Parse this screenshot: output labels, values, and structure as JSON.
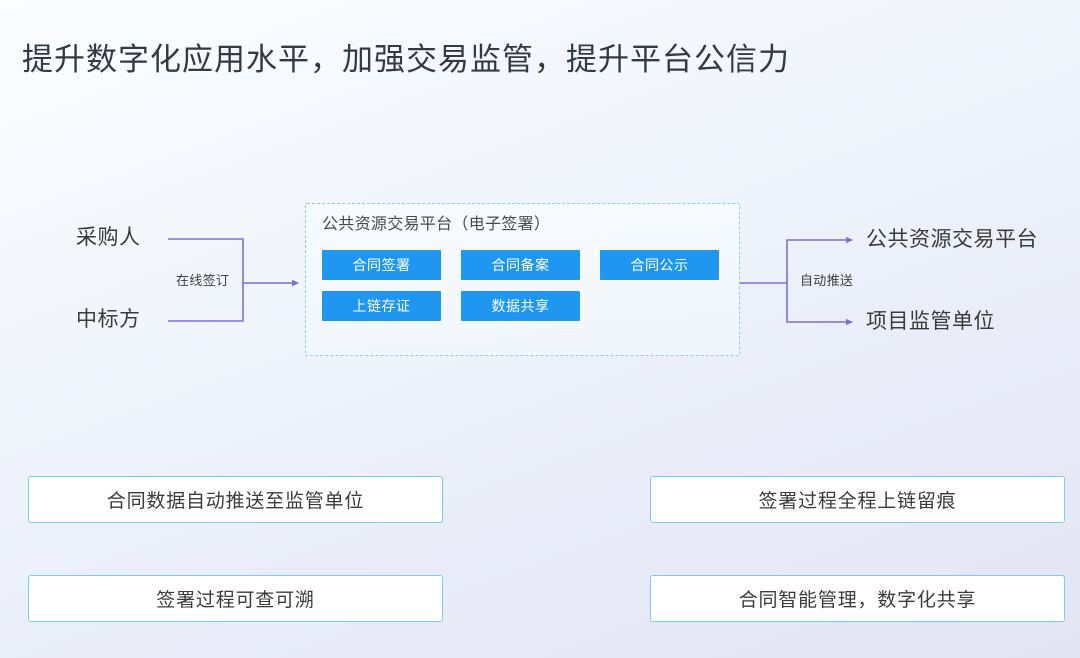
{
  "slide": {
    "title": "提升数字化应用水平，加强交易监管，提升平台公信力"
  },
  "colors": {
    "accent_blue": "#1f96ef",
    "card_border": "#79cdee",
    "connector_purple": "#7b6fe0",
    "dashed_border": "#8ec9e8",
    "title_text": "#333b42",
    "body_text": "#3b3b3b",
    "bg_start": "#fbfdff",
    "bg_end": "#e4e5f4"
  },
  "diagram": {
    "left_nodes": [
      {
        "label": "采购人"
      },
      {
        "label": "中标方"
      }
    ],
    "left_edge_caption": "在线签订",
    "right_edge_caption": "自动推送",
    "right_nodes": [
      {
        "label": "公共资源交易平台"
      },
      {
        "label": "项目监管单位"
      }
    ],
    "platform": {
      "title": "公共资源交易平台（电子签署）",
      "chips": [
        {
          "label": "合同签署"
        },
        {
          "label": "合同备案"
        },
        {
          "label": "合同公示"
        },
        {
          "label": "上链存证"
        },
        {
          "label": "数据共享"
        }
      ]
    }
  },
  "features": {
    "left": [
      {
        "label": "合同数据自动推送至监管单位"
      },
      {
        "label": "签署过程可查可溯"
      }
    ],
    "right": [
      {
        "label": "签署过程全程上链留痕"
      },
      {
        "label": "合同智能管理，数字化共享"
      }
    ]
  }
}
